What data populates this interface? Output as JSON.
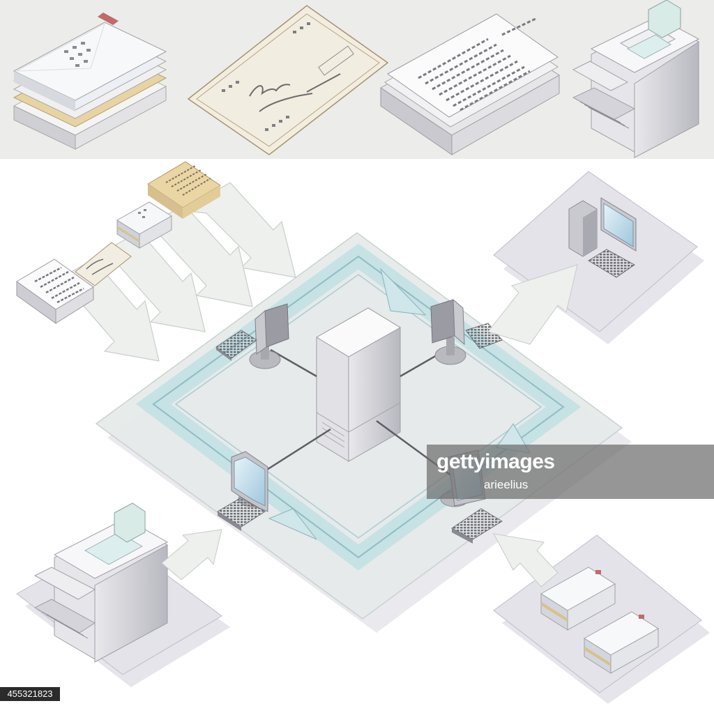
{
  "watermark": {
    "brand": "gettyimages",
    "credit": "arieelius",
    "image_id": "455321823"
  },
  "colors": {
    "top_band": "#ececea",
    "glass_floor": "#e4e8e8",
    "glass_ring": "#c9e3e7",
    "device_light": "#f1f1f1",
    "device_mid": "#d2d2d6",
    "device_dark": "#9a9aa2",
    "panel": "#dedde6",
    "arrow": "#eef0ee",
    "paper_tan": "#e9d6a6",
    "screen": "#cfe6f2"
  },
  "icons": {
    "catalog": [
      "envelope-stack-icon",
      "check-icon",
      "document-stack-icon",
      "scanner-icon"
    ],
    "network": [
      "server-tower-icon",
      "workstation-icon",
      "keyboard-icon",
      "cable-icon"
    ],
    "panels": [
      "desktop-computer-icon",
      "scanner-icon",
      "envelope-stack-icon"
    ]
  }
}
